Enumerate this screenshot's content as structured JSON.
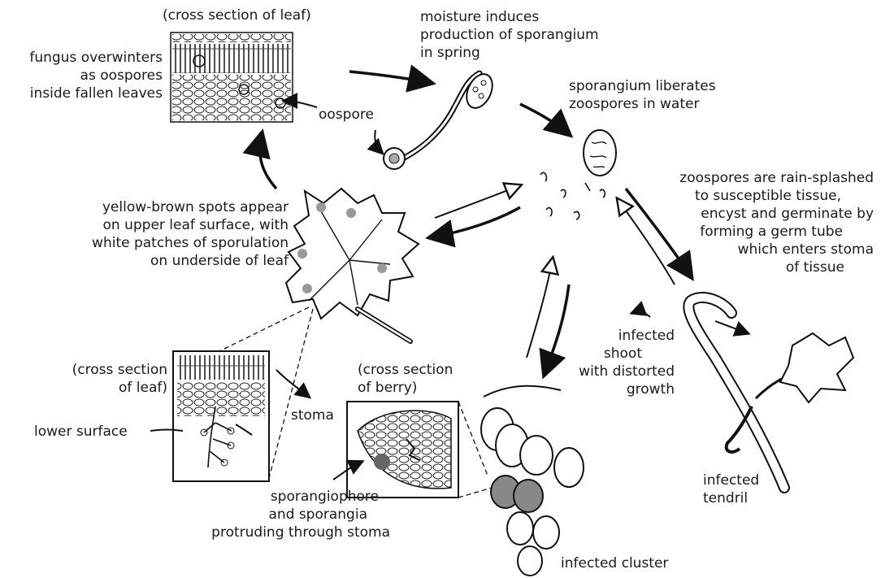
{
  "labels": {
    "cross_section_leaf_top": "(cross section of leaf)",
    "overwinter": [
      "fungus overwinters",
      "as oospores",
      "inside fallen leaves"
    ],
    "oospore": "oospore",
    "moisture": [
      "moisture induces",
      "production of sporangium",
      "in spring"
    ],
    "sporangium_liberates": [
      "sporangium liberates",
      "zoospores in water"
    ],
    "zoospores_splash": [
      "zoospores are rain-splashed",
      "to susceptible tissue,",
      "encyst and germinate by",
      "forming a germ tube",
      "which enters stoma",
      "of tissue"
    ],
    "yellow_spots": [
      "yellow-brown spots appear",
      "on upper leaf surface, with",
      "white patches of sporulation",
      "on underside of leaf"
    ],
    "cross_section_leaf_small": [
      "(cross section",
      "of leaf)"
    ],
    "lower_surface": "lower surface",
    "stoma": "stoma",
    "cross_section_berry": [
      "(cross section",
      "of berry)"
    ],
    "sporangiophore": [
      "sporangiophore",
      "and sporangia",
      "protruding through stoma"
    ],
    "infected_shoot": [
      "infected",
      "shoot",
      "with distorted",
      "growth"
    ],
    "infected_tendril": [
      "infected",
      "tendril"
    ],
    "infected_cluster": "infected cluster"
  }
}
